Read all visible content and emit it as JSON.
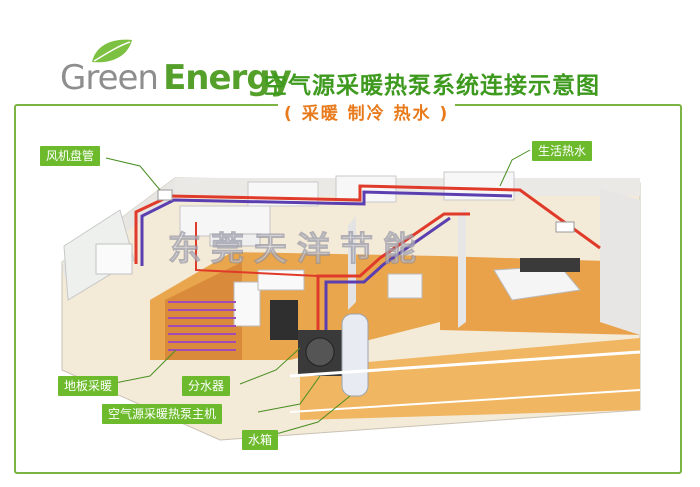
{
  "logo": {
    "green": "Green",
    "energy": "Energy"
  },
  "title": "空气源采暖热泵系统连接示意图",
  "subtitle": "( 采暖 制冷 热水 )",
  "watermark": "东莞天洋节能",
  "labels": {
    "fan_coil": "风机盘管",
    "hot_water": "生活热水",
    "floor_heating": "地板采暖",
    "manifold": "分水器",
    "heat_pump": "空气源采暖热泵主机",
    "water_tank": "水箱"
  },
  "colors": {
    "brand_green": "#55a02a",
    "title_green": "#3e9a1e",
    "subtitle_orange": "#e87a1c",
    "label_bg": "#6dbb2d",
    "frame": "#7cb342",
    "floor": "#e9a64c",
    "hot_pipe": "#e03b2a",
    "cold_pipe": "#5b3fb0"
  }
}
